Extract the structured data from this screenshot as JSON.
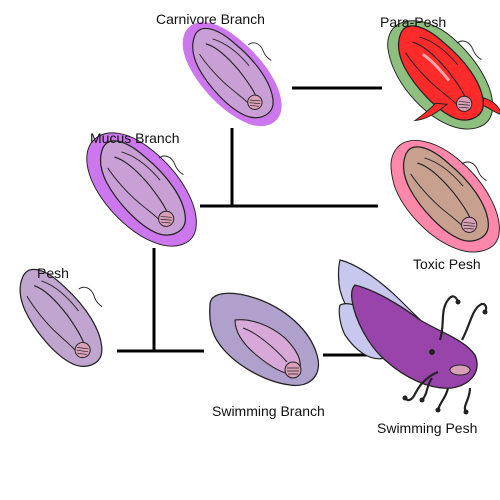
{
  "diagram": {
    "labels": {
      "carnivore_branch": "Carnivore Branch",
      "para_pesh": "Para-Pesh",
      "mucus_branch": "Mucus Branch",
      "toxic_pesh": "Toxic Pesh",
      "pesh": "Pesh",
      "swimming_branch": "Swimming Branch",
      "swimming_pesh": "Swimming Pesh"
    },
    "colors": {
      "connector": "#000000",
      "pesh_body": "#c9a0d6",
      "pesh_body_dark": "#a88bb8",
      "mucus_halo": "#cc77ee",
      "para_halo": "#8fbf7f",
      "para_body": "#ff2a2a",
      "toxic_halo": "#ff88aa",
      "toxic_body": "#c8a090",
      "swimming_body": "#b0a0cc",
      "swimming_pesh_body": "#9944aa",
      "swimming_pesh_fin": "#c8c8ee"
    }
  }
}
